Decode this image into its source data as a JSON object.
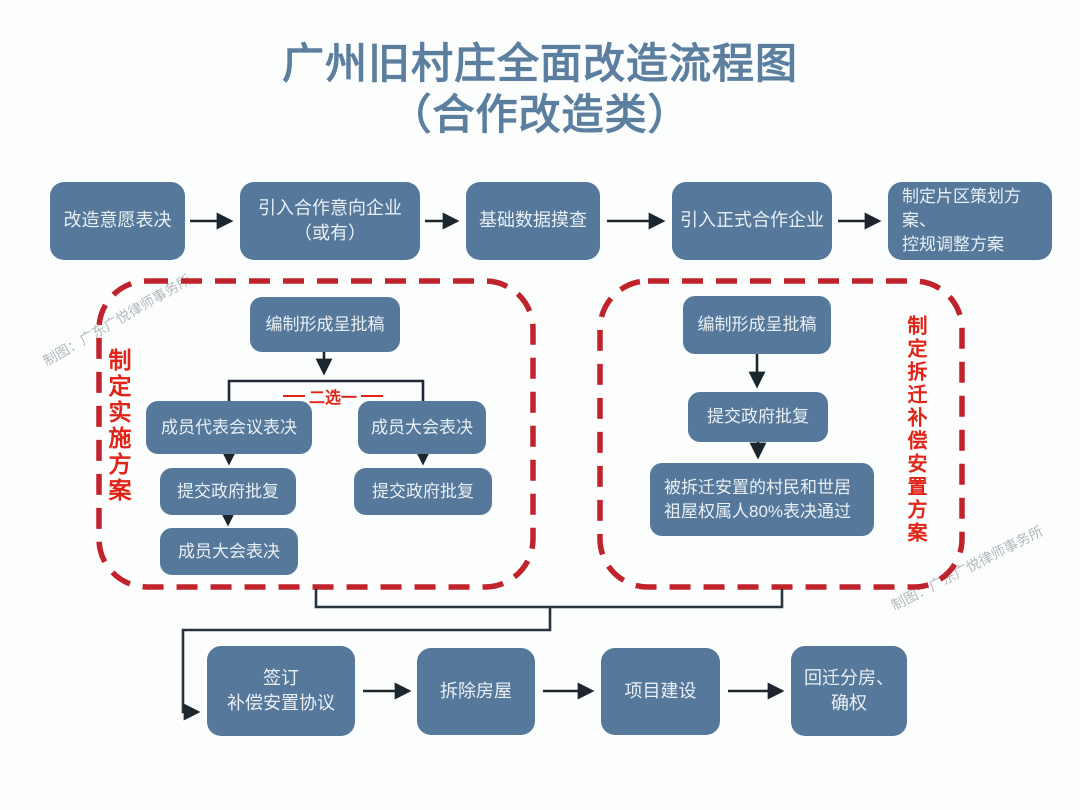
{
  "title": {
    "line1": "广州旧村庄全面改造流程图",
    "line2": "（合作改造类）"
  },
  "top_row": [
    "改造意愿表决",
    "引入合作意向企业\n（或有）",
    "基础数据摸查",
    "引入正式合作企业",
    "制定片区策划方案、\n控规调整方案"
  ],
  "left_group": {
    "label": "制定实施方案",
    "draft": "编制形成呈批稿",
    "choice": "二选一",
    "branch_a": [
      "成员代表会议表决",
      "提交政府批复",
      "成员大会表决"
    ],
    "branch_b": [
      "成员大会表决",
      "提交政府批复"
    ]
  },
  "right_group": {
    "label": "制定拆迁补偿安置方案",
    "steps": [
      "编制形成呈批稿",
      "提交政府批复",
      "被拆迁安置的村民和世居\n祖屋权属人80%表决通过"
    ]
  },
  "bottom_row": [
    "签订\n补偿安置协议",
    "拆除房屋",
    "项目建设",
    "回迁分房、\n确权"
  ],
  "watermark": {
    "left": "制图：广东广悦律师事务所",
    "right": "制图：广东广悦律师事务所"
  },
  "colors": {
    "bg": "#fcfdfd",
    "node_fill": "#56799b",
    "node_text": "#e9eff5",
    "title_color": "#5c7f9f",
    "dashed_border": "#c0232c",
    "accent_red": "#e02418",
    "connector": "#1e2b36"
  }
}
